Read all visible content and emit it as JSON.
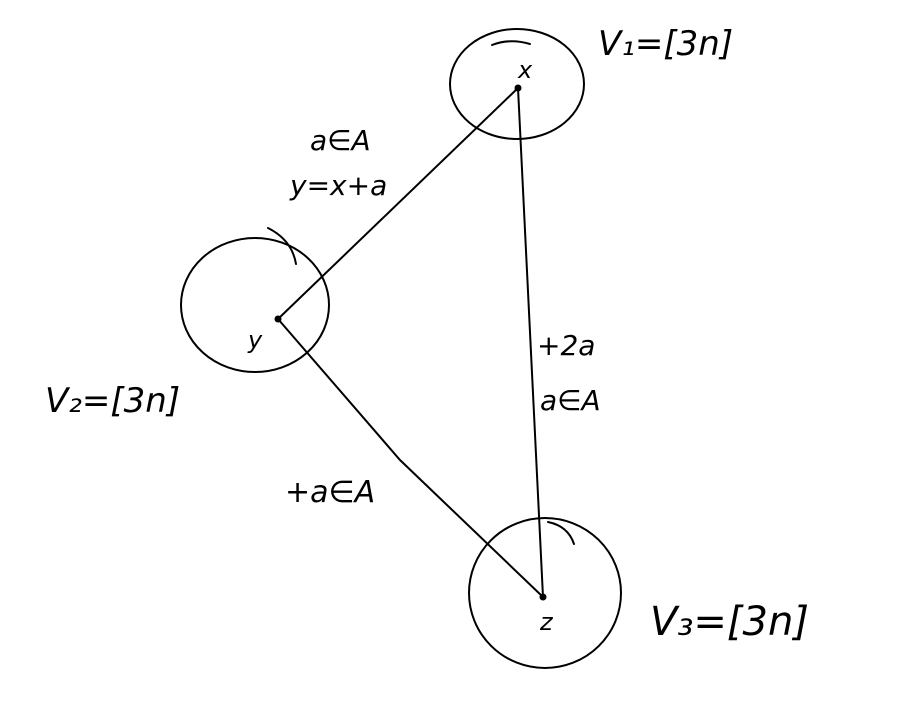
{
  "nodes": {
    "x": {
      "label": "x",
      "set_label": "V₁=[3n]"
    },
    "y": {
      "label": "y",
      "set_label": "V₂=[3n]"
    },
    "z": {
      "label": "z",
      "set_label": "V₃=[3n]"
    }
  },
  "edges": {
    "xy": {
      "line1": "a∈A",
      "line2": "y=x+a"
    },
    "xz": {
      "line1": "+2a",
      "line2": "a∈A"
    },
    "yz": {
      "line1": "+a∈A"
    }
  }
}
